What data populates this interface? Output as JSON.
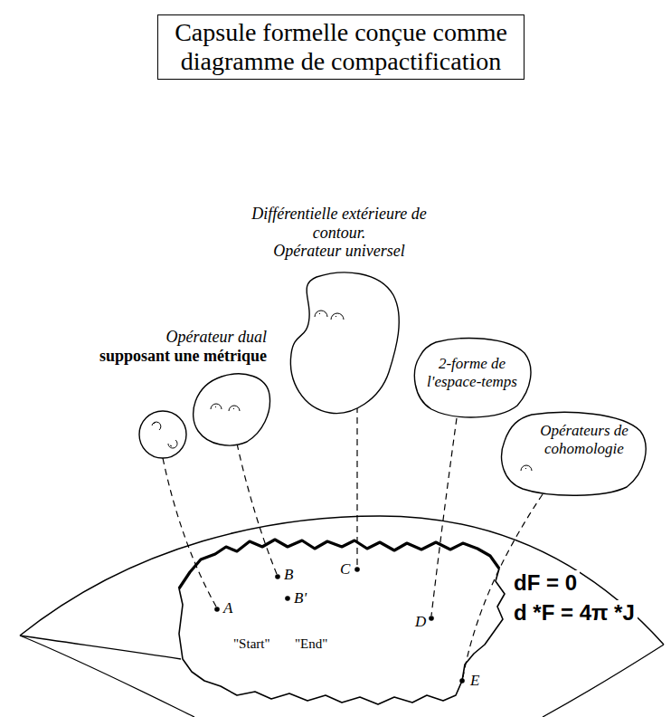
{
  "diagram": {
    "title": "Capsule formelle conçue comme diagramme de compactification",
    "nodes": [
      {
        "text": [
          "Opérateur dual",
          "supposant une métrique"
        ]
      },
      {
        "text": [
          "Différentielle extérieure de contour.",
          "Opérateur universel"
        ]
      },
      {
        "text": [
          "2-forme de l'espace-temps"
        ]
      },
      {
        "text": [
          "Opérateurs de cohomologie"
        ]
      }
    ],
    "labels": [
      "A",
      "B",
      "B'",
      "C",
      "D",
      "E",
      "\"Start\"",
      "\"End\"",
      "dF = 0",
      "d *F = 4π *J"
    ]
  }
}
